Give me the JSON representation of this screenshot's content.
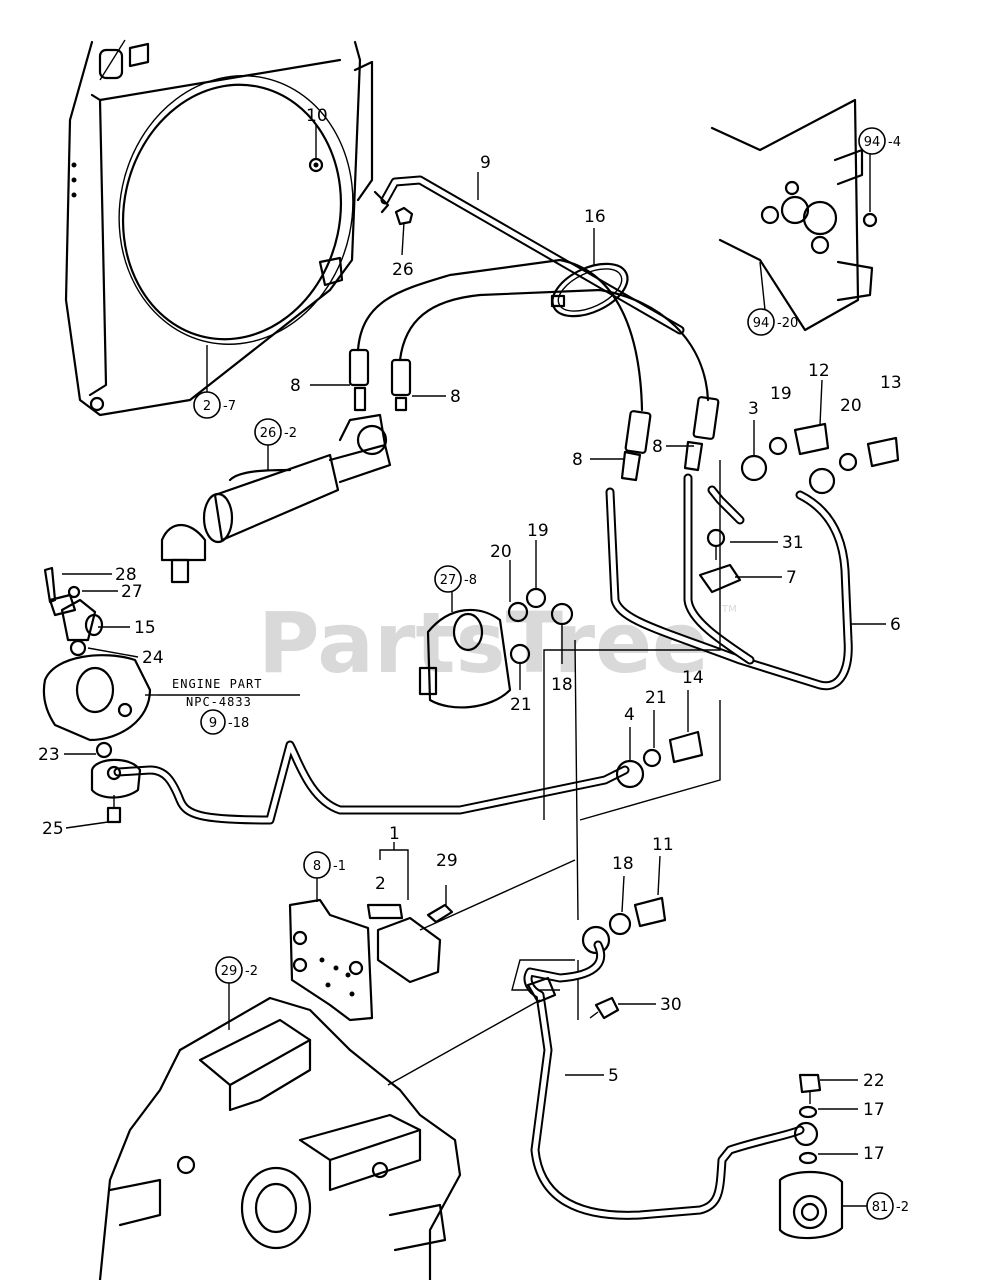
{
  "watermark": {
    "text": "PartsTree",
    "trademark": "TM"
  },
  "engine_part": {
    "line1": "ENGINE PART",
    "line2": "NPC-4833"
  },
  "callouts": [
    {
      "id": "c10",
      "text": "10"
    },
    {
      "id": "c9",
      "text": "9"
    },
    {
      "id": "c16",
      "text": "16"
    },
    {
      "id": "c26",
      "text": "26"
    },
    {
      "id": "c8a",
      "text": "8"
    },
    {
      "id": "c8b",
      "text": "8"
    },
    {
      "id": "c8c",
      "text": "8"
    },
    {
      "id": "c8d",
      "text": "8"
    },
    {
      "id": "c3",
      "text": "3"
    },
    {
      "id": "c19a",
      "text": "19"
    },
    {
      "id": "c12",
      "text": "12"
    },
    {
      "id": "c20a",
      "text": "20"
    },
    {
      "id": "c13",
      "text": "13"
    },
    {
      "id": "c31",
      "text": "31"
    },
    {
      "id": "c7",
      "text": "7"
    },
    {
      "id": "c6",
      "text": "6"
    },
    {
      "id": "c19b",
      "text": "19"
    },
    {
      "id": "c20b",
      "text": "20"
    },
    {
      "id": "c18a",
      "text": "18"
    },
    {
      "id": "c21a",
      "text": "21"
    },
    {
      "id": "c28",
      "text": "28"
    },
    {
      "id": "c27",
      "text": "27"
    },
    {
      "id": "c15",
      "text": "15"
    },
    {
      "id": "c24",
      "text": "24"
    },
    {
      "id": "c14",
      "text": "14"
    },
    {
      "id": "c21b",
      "text": "21"
    },
    {
      "id": "c4",
      "text": "4"
    },
    {
      "id": "c23",
      "text": "23"
    },
    {
      "id": "c25",
      "text": "25"
    },
    {
      "id": "c1",
      "text": "1"
    },
    {
      "id": "c2",
      "text": "2"
    },
    {
      "id": "c29",
      "text": "29"
    },
    {
      "id": "c11",
      "text": "11"
    },
    {
      "id": "c18b",
      "text": "18"
    },
    {
      "id": "c30",
      "text": "30"
    },
    {
      "id": "c5",
      "text": "5"
    },
    {
      "id": "c22",
      "text": "22"
    },
    {
      "id": "c17a",
      "text": "17"
    },
    {
      "id": "c17b",
      "text": "17"
    }
  ],
  "ref_groups": [
    {
      "id": "r94a",
      "num": "94",
      "suffix": "-4"
    },
    {
      "id": "r94b",
      "num": "94",
      "suffix": "-20"
    },
    {
      "id": "r2",
      "num": "2",
      "suffix": "-7"
    },
    {
      "id": "r26",
      "num": "26",
      "suffix": "-2"
    },
    {
      "id": "r27",
      "num": "27",
      "suffix": "-8"
    },
    {
      "id": "r9",
      "num": "9",
      "suffix": "-18"
    },
    {
      "id": "r8",
      "num": "8",
      "suffix": "-1"
    },
    {
      "id": "r29",
      "num": "29",
      "suffix": "-2"
    },
    {
      "id": "r81",
      "num": "81",
      "suffix": "-2"
    }
  ]
}
